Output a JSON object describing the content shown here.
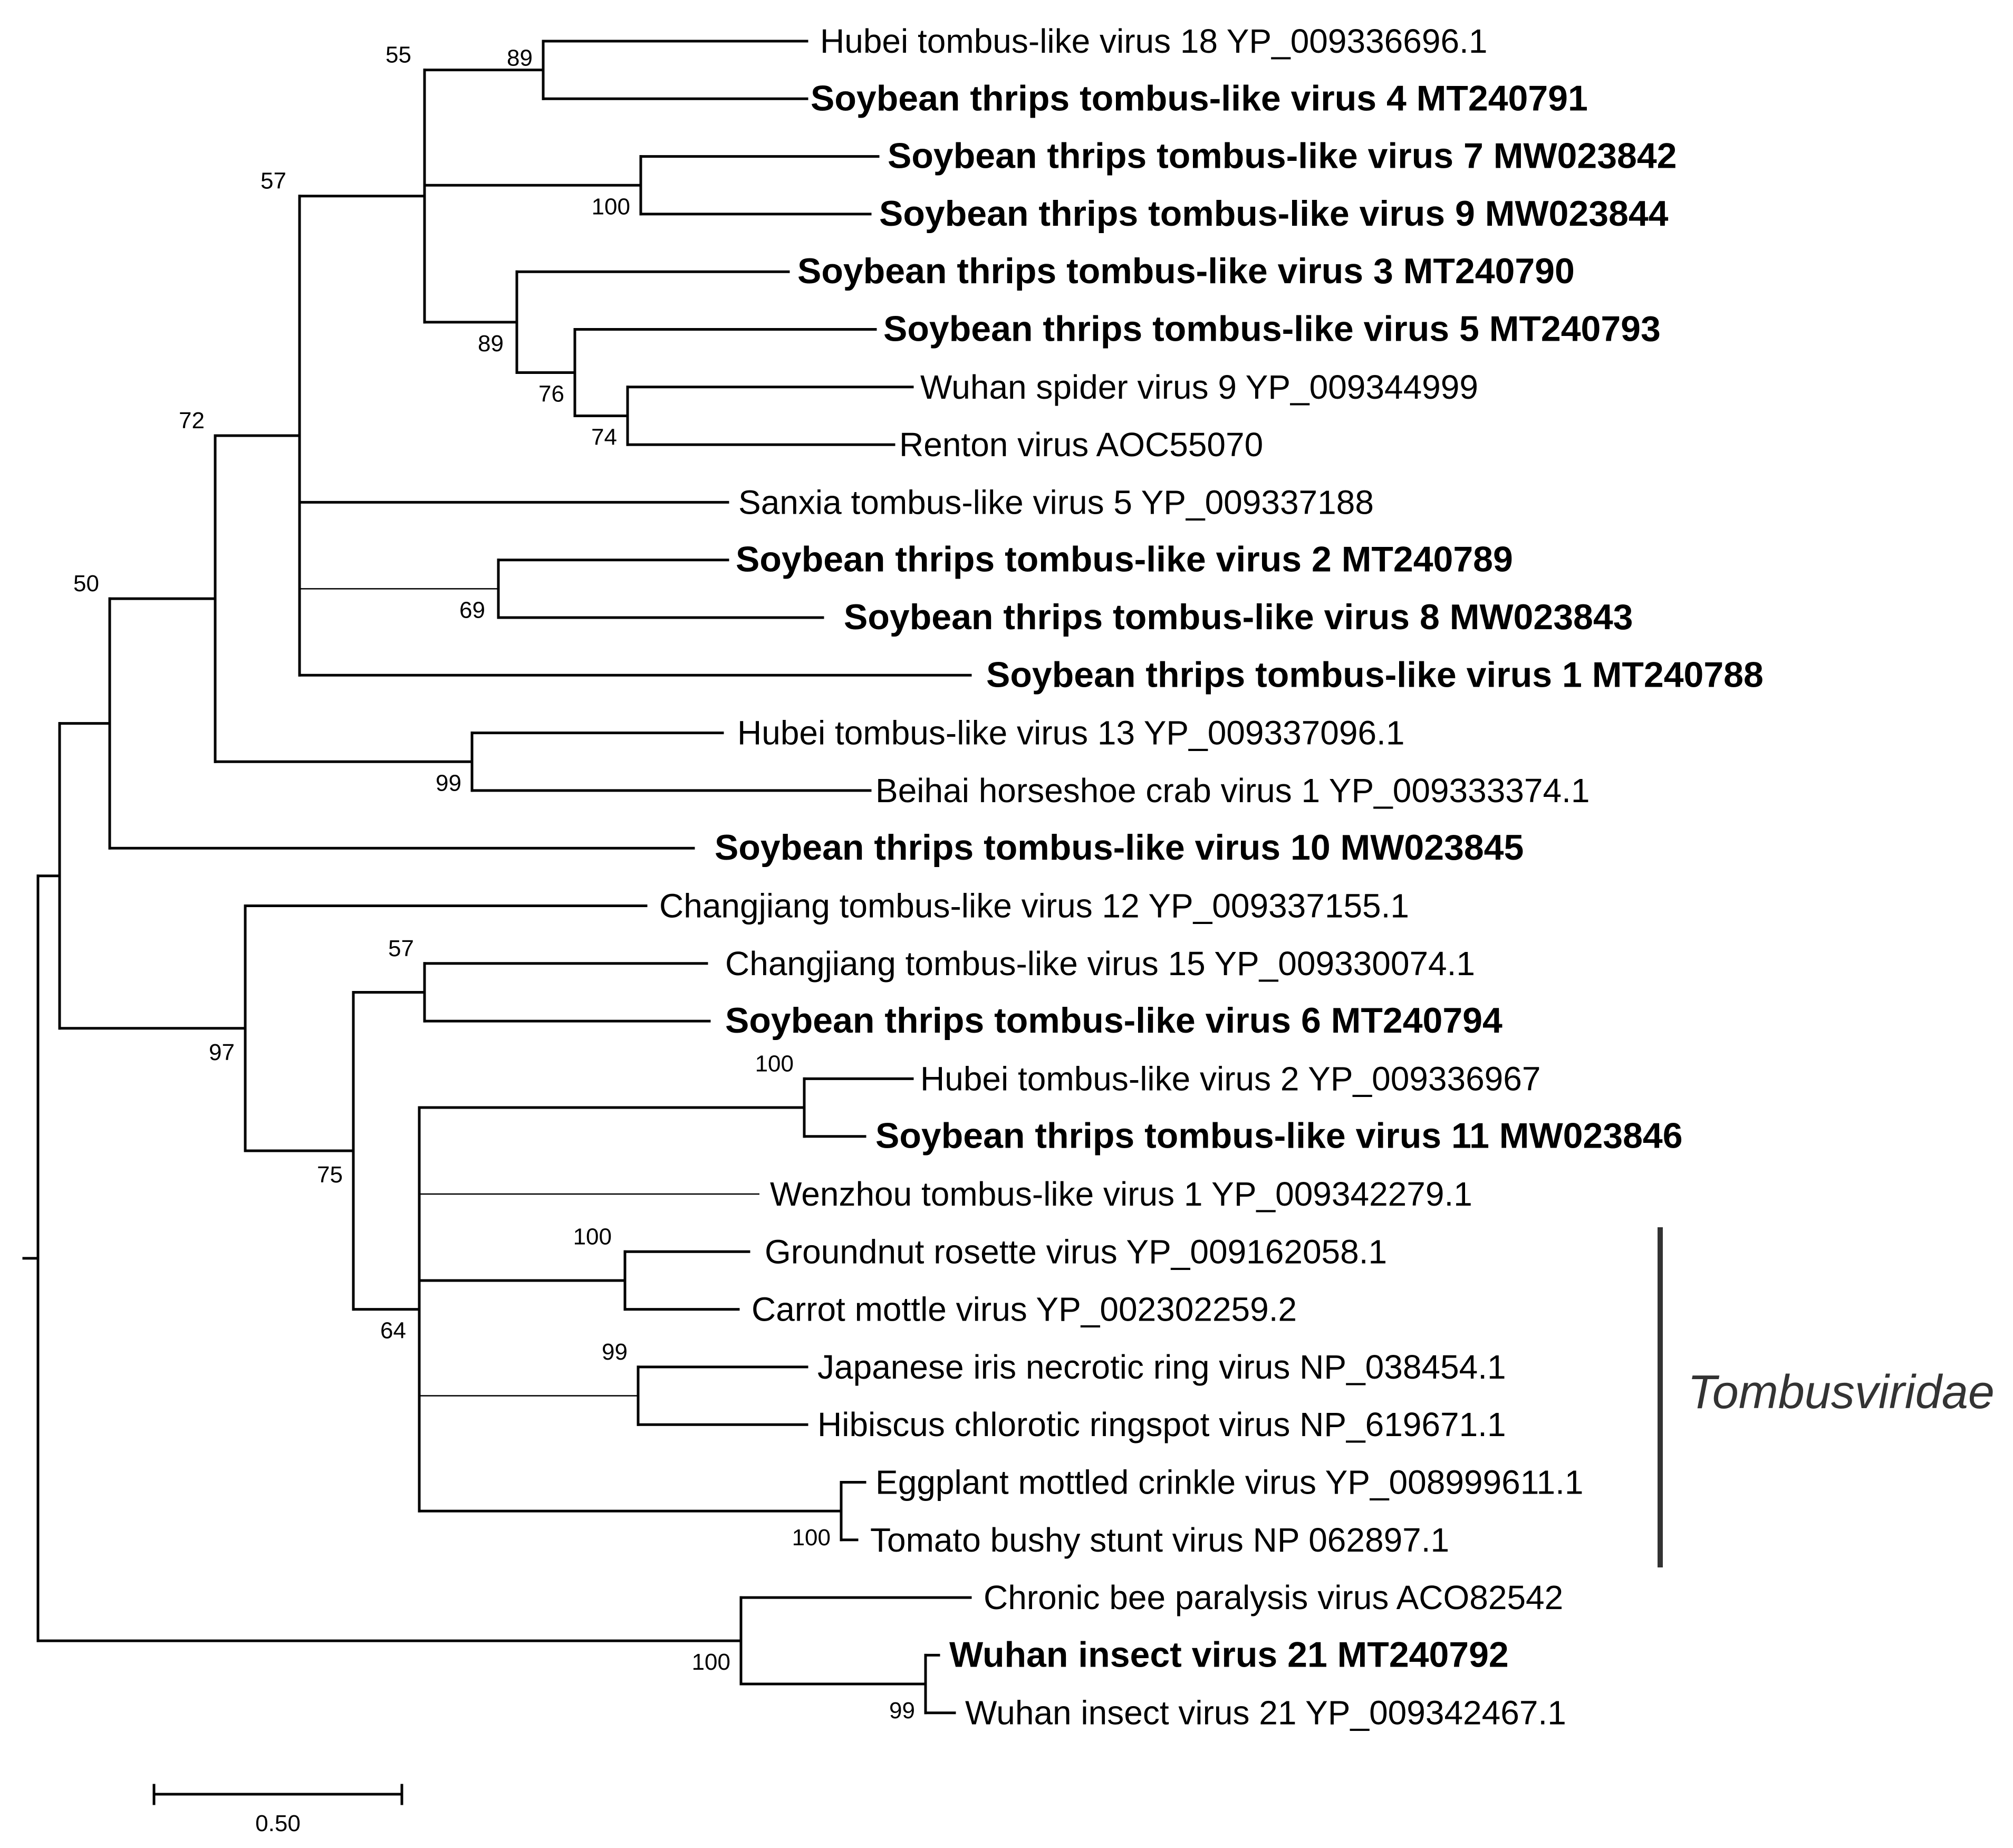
{
  "leaves": [
    {
      "id": "L1",
      "label": "Hubei tombus-like virus 18 YP_009336696.1",
      "bold": false
    },
    {
      "id": "L2",
      "label": "Soybean thrips tombus-like virus 4 MT240791",
      "bold": true
    },
    {
      "id": "L3",
      "label": "Soybean thrips tombus-like virus 7 MW023842",
      "bold": true
    },
    {
      "id": "L4",
      "label": "Soybean thrips tombus-like virus 9 MW023844",
      "bold": true
    },
    {
      "id": "L5",
      "label": "Soybean thrips tombus-like virus 3 MT240790",
      "bold": true
    },
    {
      "id": "L6",
      "label": "Soybean thrips tombus-like virus 5 MT240793",
      "bold": true
    },
    {
      "id": "L7",
      "label": "Wuhan spider virus 9 YP_009344999",
      "bold": false
    },
    {
      "id": "L8",
      "label": "Renton virus AOC55070",
      "bold": false
    },
    {
      "id": "L9",
      "label": "Sanxia tombus-like virus 5 YP_009337188",
      "bold": false
    },
    {
      "id": "L10",
      "label": "Soybean thrips tombus-like virus 2 MT240789",
      "bold": true
    },
    {
      "id": "L11",
      "label": "Soybean thrips tombus-like virus 8 MW023843",
      "bold": true
    },
    {
      "id": "L12",
      "label": "Soybean thrips tombus-like virus 1 MT240788",
      "bold": true
    },
    {
      "id": "L13",
      "label": "Hubei tombus-like virus 13 YP_009337096.1",
      "bold": false
    },
    {
      "id": "L14",
      "label": "Beihai horseshoe crab virus 1 YP_009333374.1",
      "bold": false
    },
    {
      "id": "L15",
      "label": "Soybean thrips tombus-like virus 10 MW023845",
      "bold": true
    },
    {
      "id": "L16",
      "label": "Changjiang tombus-like virus 12 YP_009337155.1",
      "bold": false
    },
    {
      "id": "L17",
      "label": "Changjiang tombus-like virus 15 YP_009330074.1",
      "bold": false
    },
    {
      "id": "L18",
      "label": "Soybean thrips tombus-like virus 6 MT240794",
      "bold": true
    },
    {
      "id": "L19",
      "label": "Hubei tombus-like virus 2 YP_009336967",
      "bold": false
    },
    {
      "id": "L20",
      "label": "Soybean thrips tombus-like virus 11 MW023846",
      "bold": true
    },
    {
      "id": "L21",
      "label": "Wenzhou tombus-like virus 1 YP_009342279.1",
      "bold": false
    },
    {
      "id": "L22",
      "label": "Groundnut rosette virus YP_009162058.1",
      "bold": false
    },
    {
      "id": "L23",
      "label": "Carrot mottle virus YP_002302259.2",
      "bold": false
    },
    {
      "id": "L24",
      "label": "Japanese iris necrotic ring virus NP_038454.1",
      "bold": false
    },
    {
      "id": "L25",
      "label": "Hibiscus chlorotic ringspot virus NP_619671.1",
      "bold": false
    },
    {
      "id": "L26",
      "label": "Eggplant mottled crinkle virus YP_008999611.1",
      "bold": false
    },
    {
      "id": "L27",
      "label": "Tomato bushy stunt virus NP 062897.1",
      "bold": false
    },
    {
      "id": "L28",
      "label": "Chronic bee paralysis virus ACO82542",
      "bold": false
    },
    {
      "id": "L29",
      "label": "Wuhan insect virus 21 MT240792",
      "bold": true
    },
    {
      "id": "L30",
      "label": "Wuhan insect virus 21 YP_009342467.1",
      "bold": false
    }
  ],
  "bootstrap": [
    {
      "node": "n_L1_L2",
      "value": "89"
    },
    {
      "node": "n_L3_L4",
      "value": "100"
    },
    {
      "node": "n_tomb_top",
      "value": "55"
    },
    {
      "node": "n_L5_L8",
      "value": "89"
    },
    {
      "node": "n_L6_L8",
      "value": "76"
    },
    {
      "node": "n_L7_L8",
      "value": "74"
    },
    {
      "node": "n_big",
      "value": "57"
    },
    {
      "node": "n_L10_L11",
      "value": "69"
    },
    {
      "node": "n_72",
      "value": "72"
    },
    {
      "node": "n_L13_L14",
      "value": "99"
    },
    {
      "node": "n_50",
      "value": "50"
    },
    {
      "node": "n_97",
      "value": "97"
    },
    {
      "node": "n_L17_L18",
      "value": "57"
    },
    {
      "node": "n_75",
      "value": "75"
    },
    {
      "node": "n_L19_L20",
      "value": "100"
    },
    {
      "node": "n_64",
      "value": "64"
    },
    {
      "node": "n_L22_L23",
      "value": "100"
    },
    {
      "node": "n_L24_L25",
      "value": "99"
    },
    {
      "node": "n_L26_L27",
      "value": "100"
    },
    {
      "node": "n_out",
      "value": "100"
    },
    {
      "node": "n_L29_L30",
      "value": "99"
    }
  ],
  "family": {
    "label": "Tombusviridae"
  },
  "scale_bar": {
    "label": "0.50",
    "value": 0.5
  }
}
